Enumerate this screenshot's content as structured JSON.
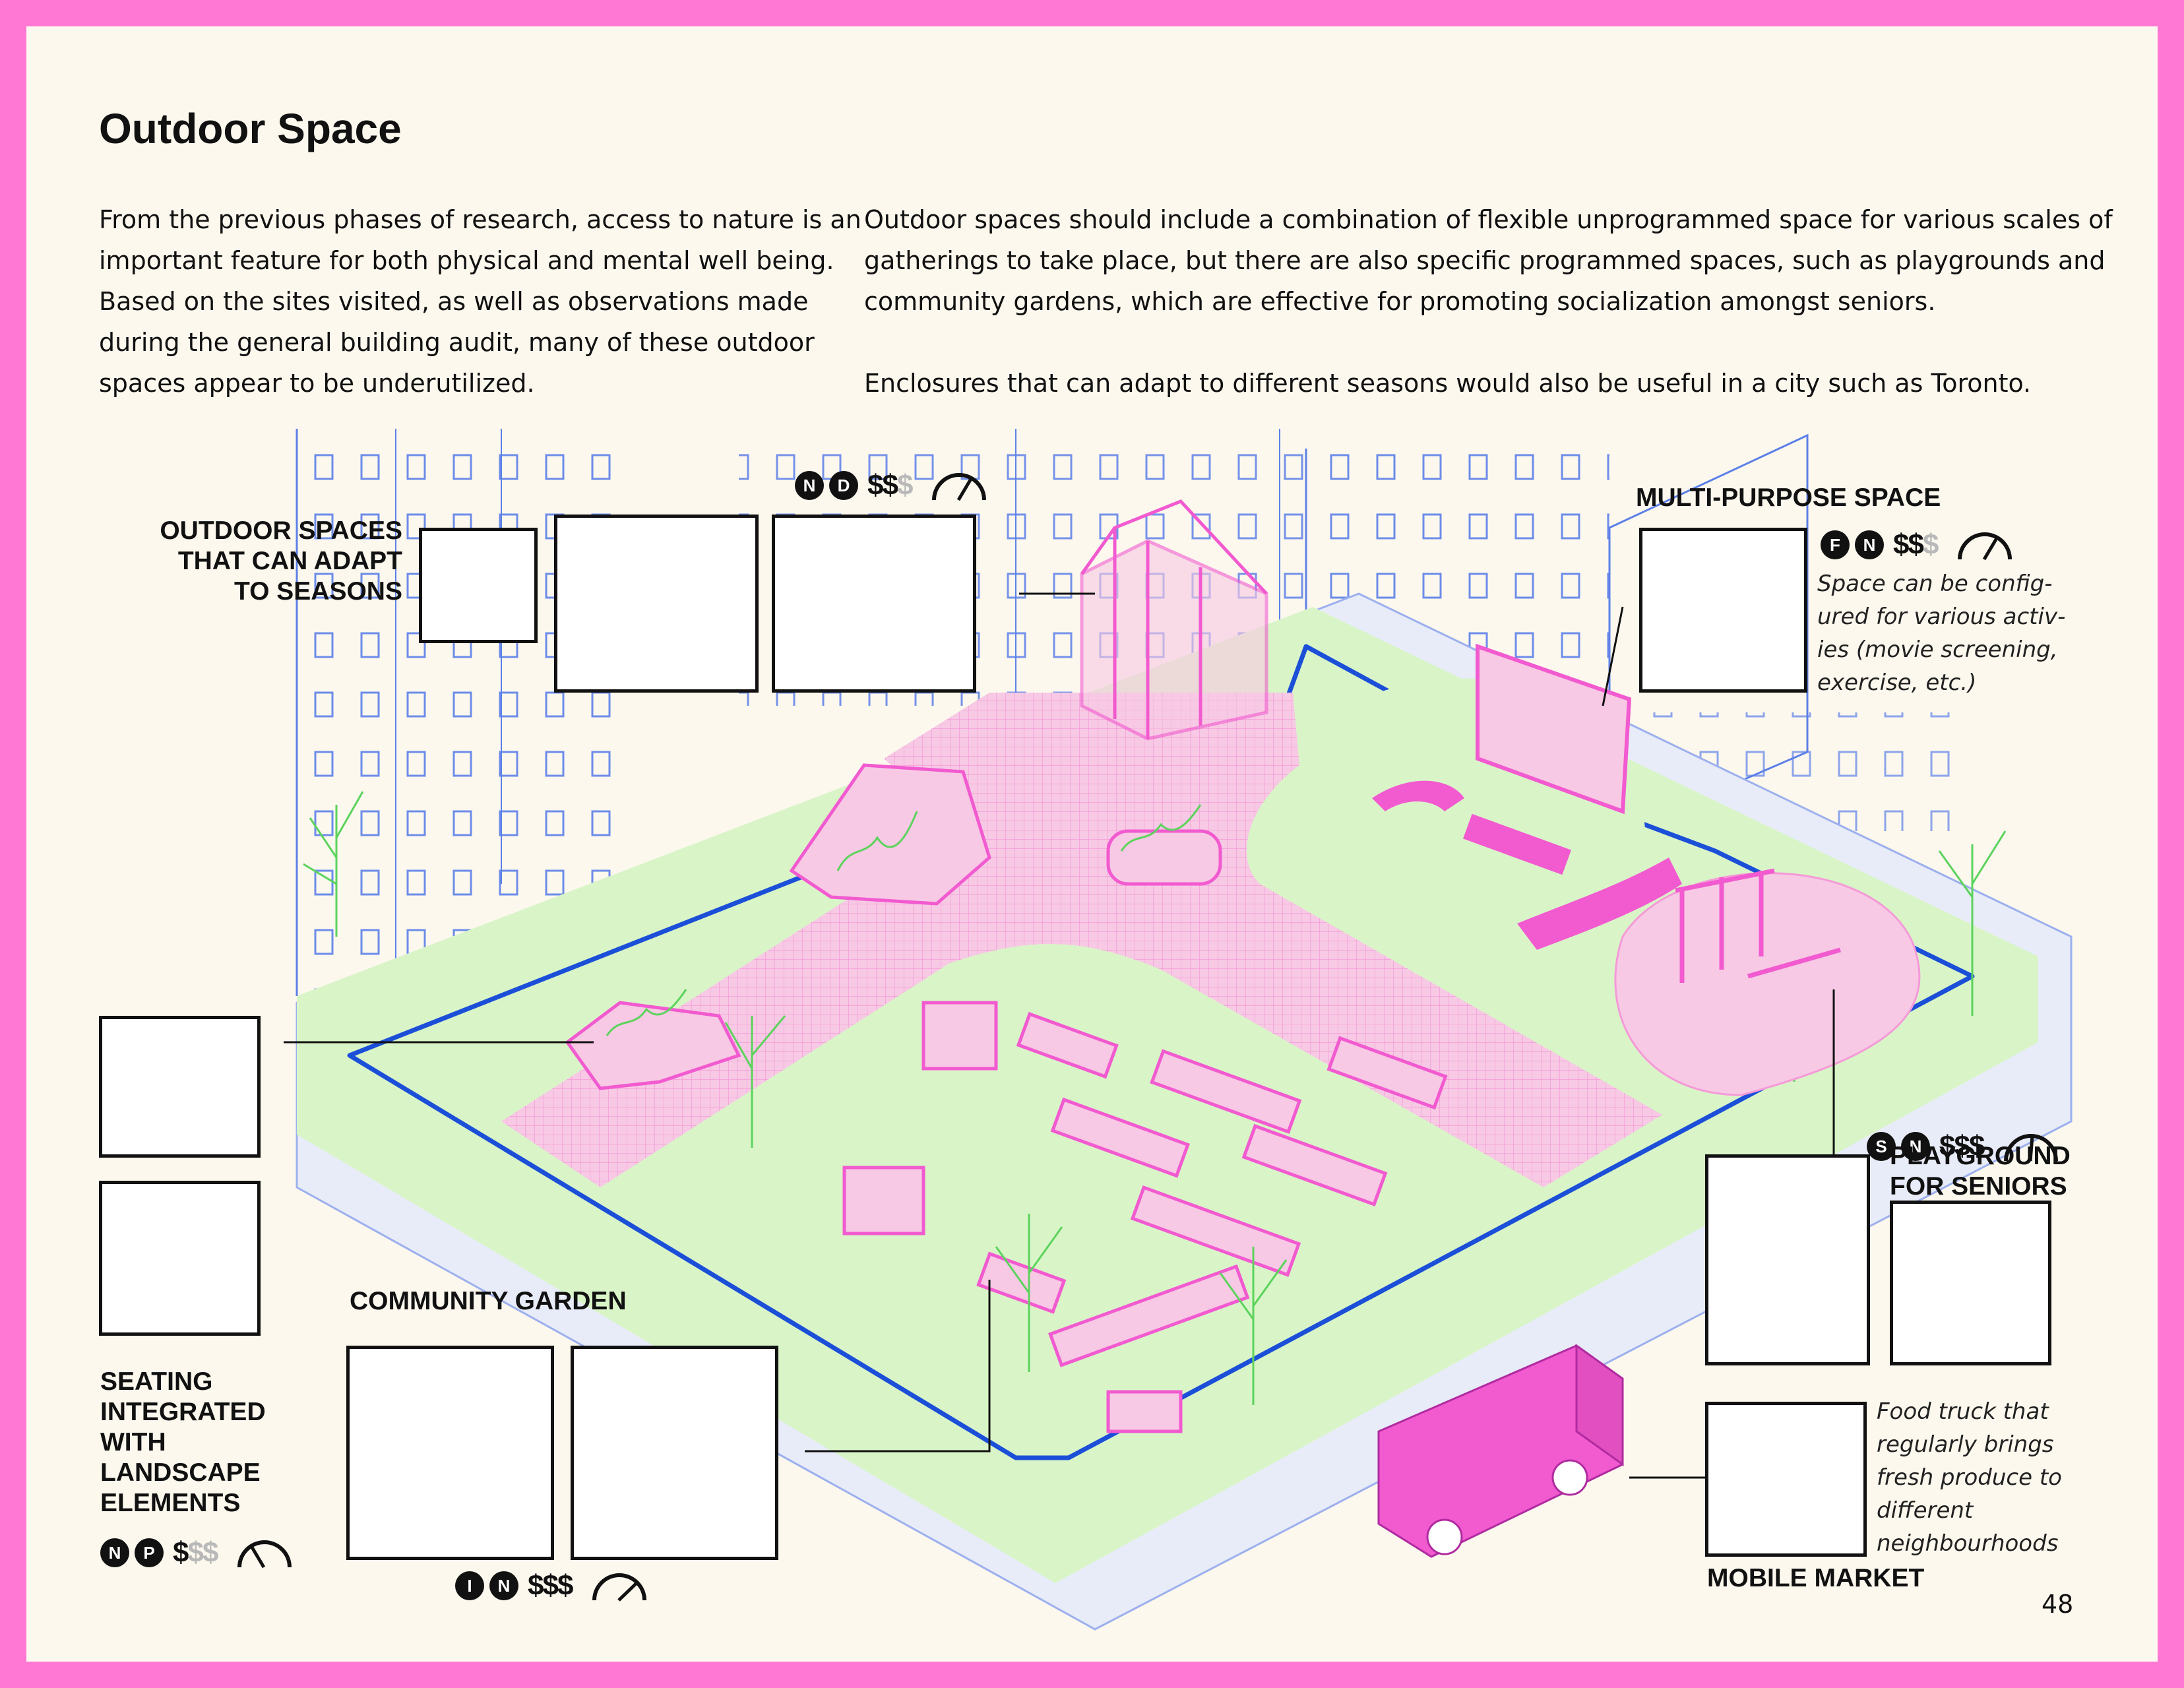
{
  "page": {
    "title": "Outdoor Space",
    "para1": "From the previous phases of research, access to nature is an important feature for both physical and mental well being. Based on the sites visited, as well as observations made during the general building audit, many of these outdoor spaces appear to be underutilized.",
    "para2": "Outdoor spaces should include a combination of flexible unprogrammed space for various scales of gatherings to take place, but there are also specific programmed spaces, such as playgrounds and community gardens, which are effective for promoting socialization amongst seniors.",
    "para3": "Enclosures that can adapt to different seasons would also be useful in a city such as Toronto.",
    "page_number": "48"
  },
  "callouts": {
    "seasons": {
      "label": "OUTDOOR SPACES THAT CAN ADAPT TO SEASONS",
      "badges": [
        "N",
        "D"
      ],
      "cost_bold": "$$",
      "cost_dim": "$"
    },
    "multipurpose": {
      "label": "MULTI-PURPOSE SPACE",
      "badges": [
        "F",
        "N"
      ],
      "cost_bold": "$$",
      "cost_dim": "$",
      "note": "Space can be config-ured for various activ-ies (movie screening, exercise, etc.)"
    },
    "playground": {
      "label": "PLAYGROUND FOR SENIORS",
      "badges": [
        "S",
        "N"
      ],
      "cost_bold": "$$$",
      "cost_dim": ""
    },
    "garden": {
      "label": "COMMUNITY GARDEN",
      "badges": [
        "I",
        "N"
      ],
      "cost_bold": "$$$",
      "cost_dim": ""
    },
    "seating": {
      "label": "SEATING INTEGRATED WITH LANDSCAPE ELEMENTS",
      "badges": [
        "N",
        "P"
      ],
      "cost_bold": "$",
      "cost_dim": "$$"
    },
    "market": {
      "label": "MOBILE MARKET",
      "note": "Food truck that regularly brings fresh produce to different neighbourhoods"
    }
  },
  "colors": {
    "border_pink": "#ff78d4",
    "paper": "#fcf8ee",
    "green": "#d9f5c8",
    "pink_fill": "#f7c9e4",
    "magenta": "#f25ad0",
    "blue": "#1c4fd8",
    "light_blue": "#6f8de6"
  }
}
